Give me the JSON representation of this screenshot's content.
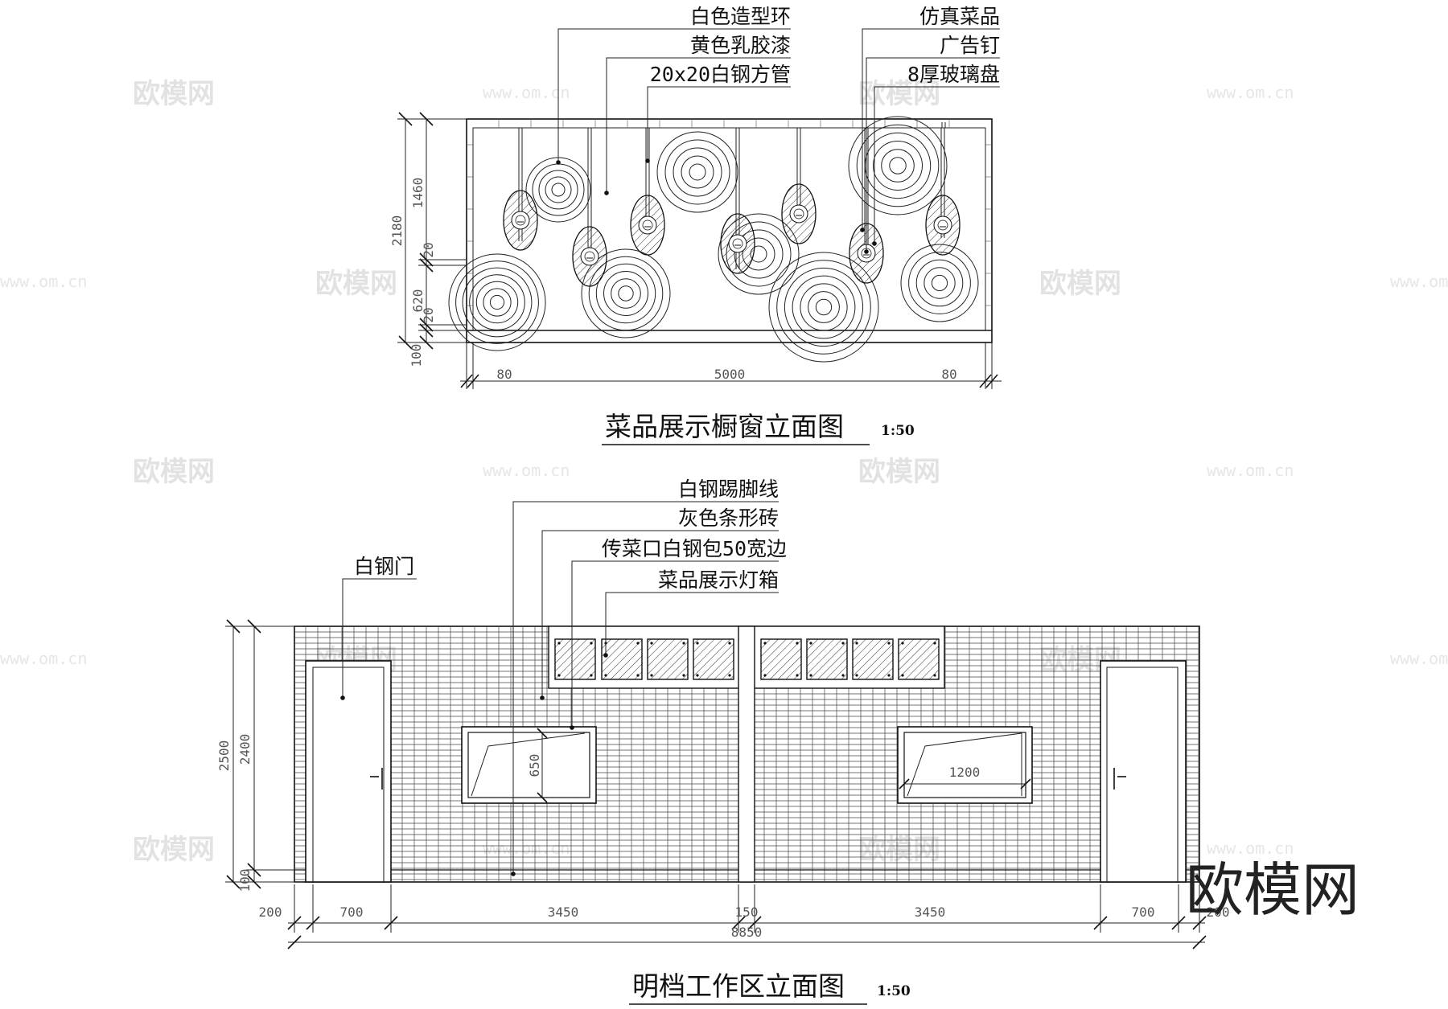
{
  "watermarks": {
    "logo_text": "欧模网",
    "url_text": "www.om.cn",
    "corner_brand": "欧模网"
  },
  "top_view": {
    "title": "菜品展示橱窗立面图",
    "scale": "1:50",
    "labels_left": [
      "白色造型环",
      "黄色乳胶漆",
      "20x20白钢方管"
    ],
    "labels_right": [
      "仿真菜品",
      "广告钉",
      "8厚玻璃盘"
    ],
    "dims_vertical": [
      "2180",
      "1460",
      "20",
      "620",
      "20",
      "100"
    ],
    "dims_horizontal": [
      "80",
      "5000",
      "80"
    ]
  },
  "bottom_view": {
    "title": "明档工作区立面图",
    "scale": "1:50",
    "door_label": "白钢门",
    "labels": [
      "白钢踢脚线",
      "灰色条形砖",
      "传菜口白钢包50宽边",
      "菜品展示灯箱"
    ],
    "dims_vertical": [
      "2500",
      "2400",
      "100"
    ],
    "window_dims": [
      "650",
      "1200"
    ],
    "dims_horizontal": [
      "200",
      "700",
      "3450",
      "150",
      "3450",
      "700",
      "200"
    ],
    "dim_total": "8850"
  }
}
